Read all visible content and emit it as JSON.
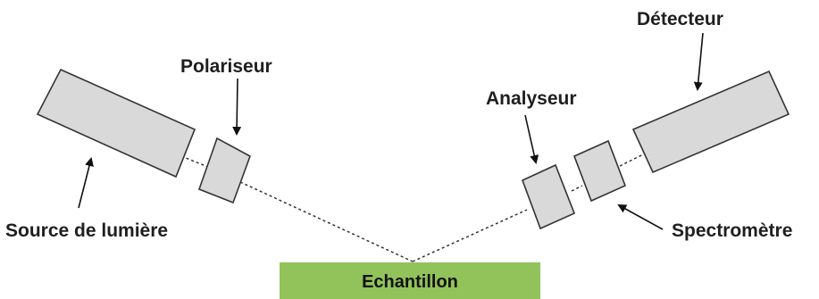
{
  "labels": {
    "polarizer": "Polariseur",
    "light_source": "Source de lumière",
    "analyzer": "Analyseur",
    "detector": "Détecteur",
    "spectrometer": "Spectromètre",
    "sample": "Echantillon"
  },
  "colors": {
    "component_fill": "#d9d9d9",
    "sample_fill": "#92c35a"
  },
  "icons": {
    "pointer": "arrow-icon"
  }
}
